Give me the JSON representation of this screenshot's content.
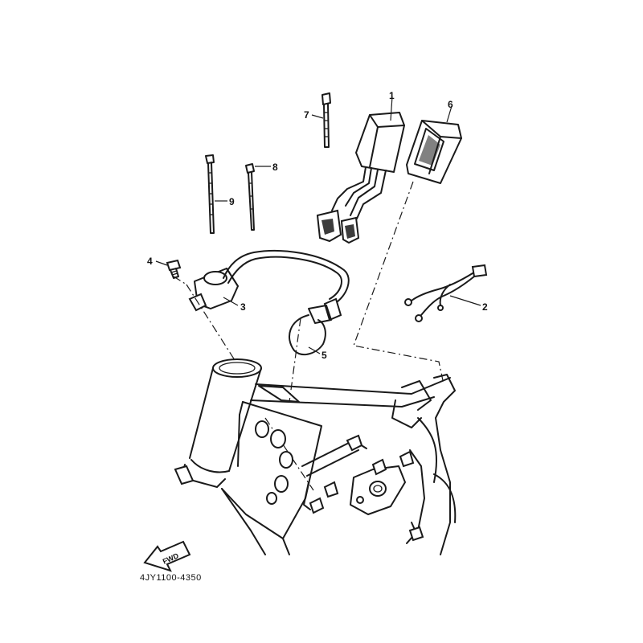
{
  "callouts": {
    "c1": "1",
    "c2": "2",
    "c3": "3",
    "c4": "4",
    "c5": "5",
    "c6": "6",
    "c7": "7",
    "c8": "8",
    "c9": "9"
  },
  "fwd_label": "FWD",
  "diagram_code": "4JY1100-4350"
}
